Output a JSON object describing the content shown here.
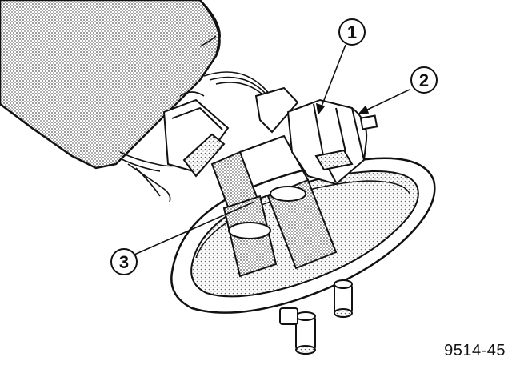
{
  "callouts": [
    {
      "id": "1",
      "label": "1"
    },
    {
      "id": "2",
      "label": "2"
    },
    {
      "id": "3",
      "label": "3"
    }
  ],
  "figure_id": "9514-45",
  "colors": {
    "ink": "#111111",
    "background": "#ffffff",
    "shade": "#9a9a9a"
  }
}
